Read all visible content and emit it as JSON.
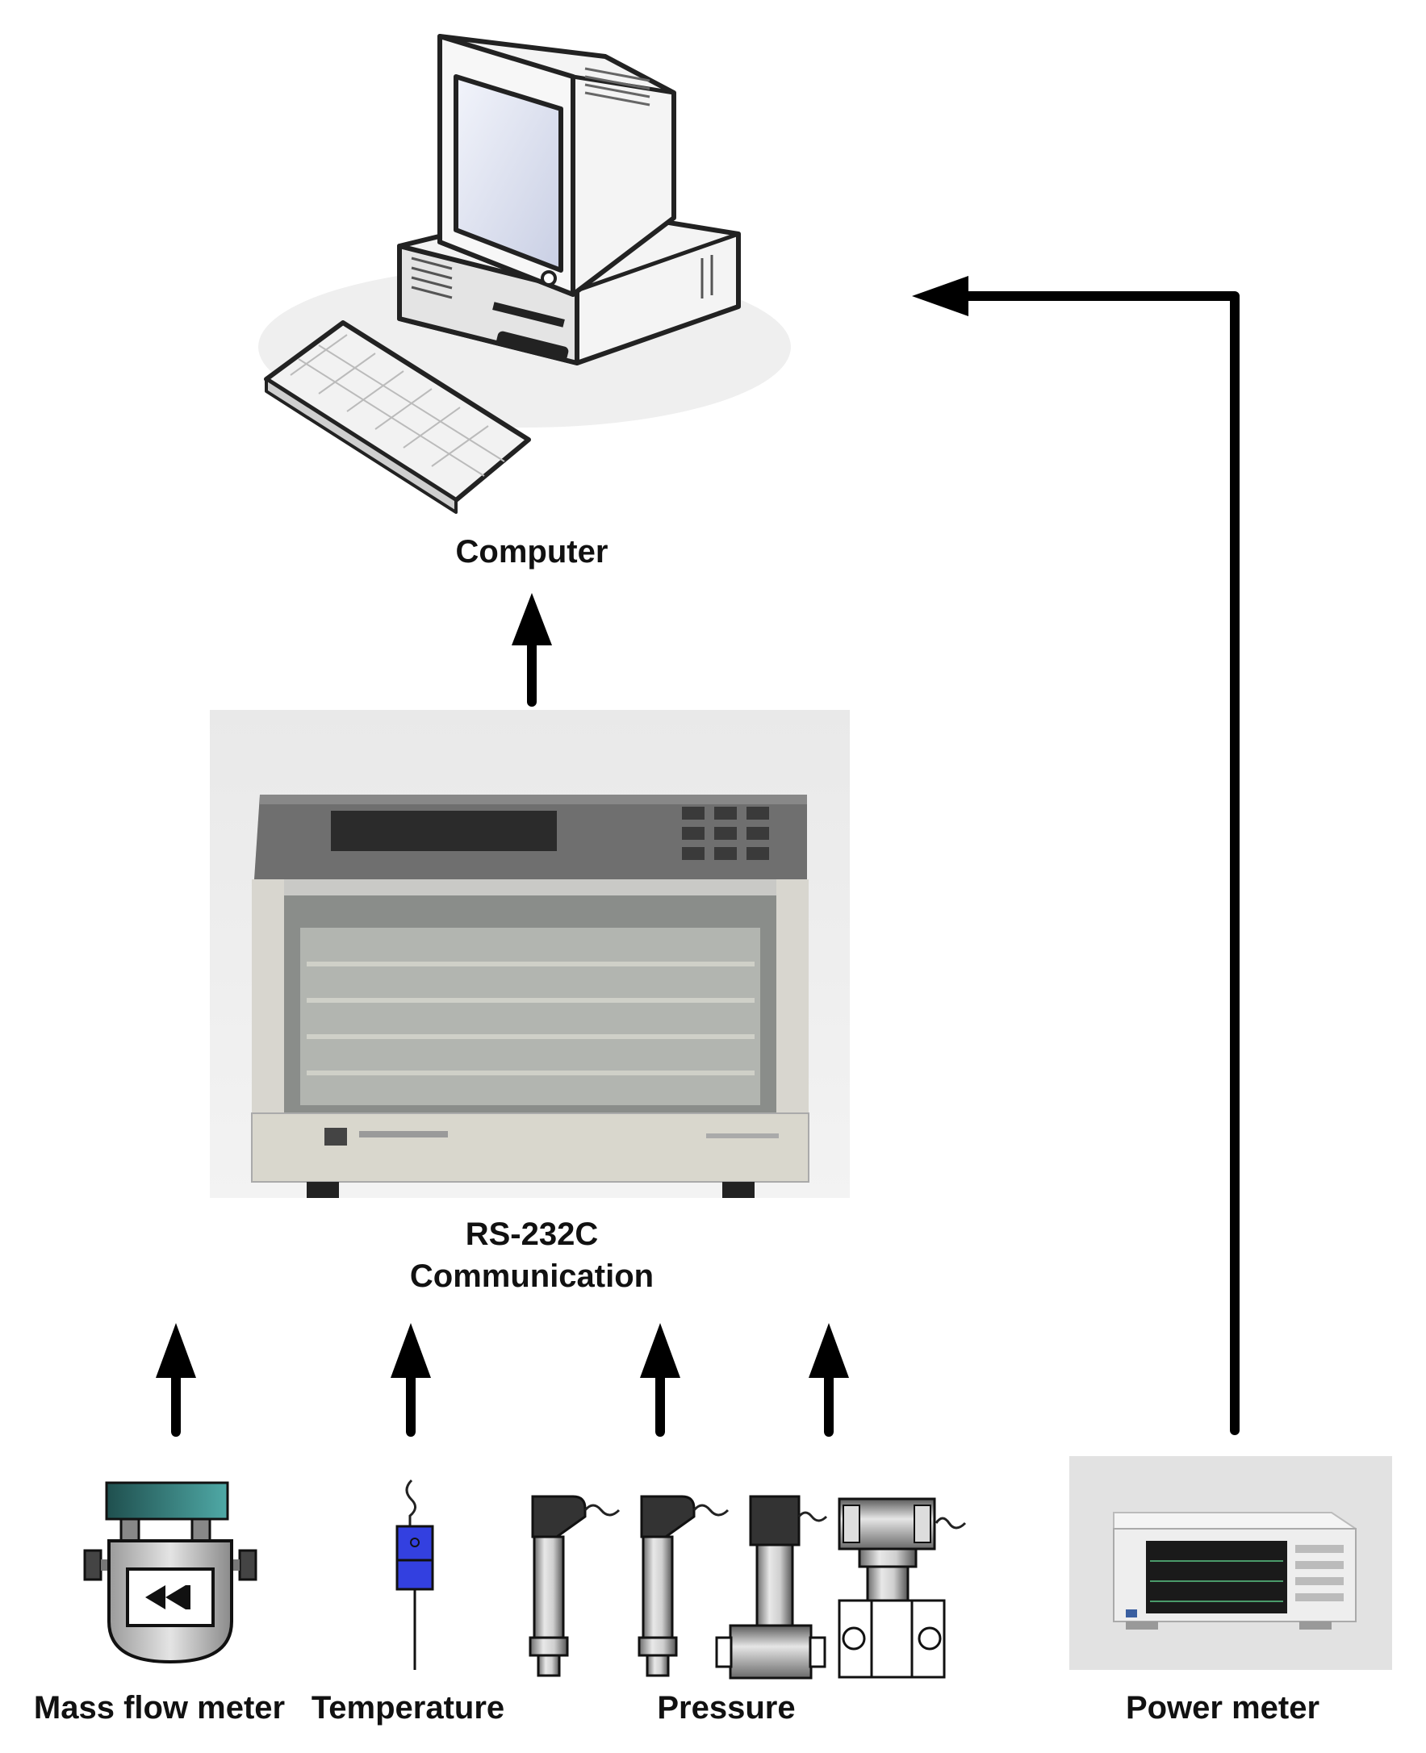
{
  "labels": {
    "computer": "Computer",
    "logger_line1": "RS-232C",
    "logger_line2": "Communication",
    "mass_flow": "Mass flow meter",
    "temperature": "Temperature",
    "pressure": "Pressure",
    "power_meter": "Power meter"
  },
  "colors": {
    "arrow": "#000000",
    "mass_flow_head": "#3a8a88",
    "temperature_probe": "#3340e0",
    "text": "#111111"
  },
  "icons": {
    "computer": "desktop-computer-icon",
    "logger": "data-logger-icon",
    "mass_flow": "mass-flow-meter-icon",
    "temperature": "temperature-probe-icon",
    "pressure": "pressure-transducer-icon",
    "power_meter": "power-meter-icon"
  }
}
